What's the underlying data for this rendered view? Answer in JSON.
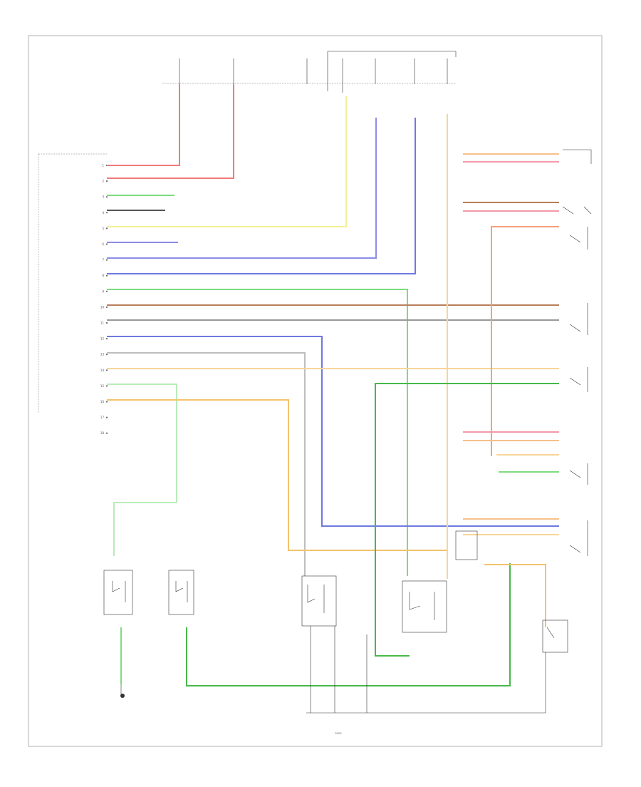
{
  "colors": {
    "red": "#f07a7a",
    "pink": "#f29aa8",
    "green": "#7edb7e",
    "yellow": "#f3f09a",
    "blue": "#8c8ce8",
    "navy": "#6f79e0",
    "brown": "#b87f5a",
    "lightgreen": "#b8ecb8",
    "dkgreen": "#47b947",
    "orange": "#f2c36b",
    "tan": "#f6d59a",
    "gray": "#9a9a9a",
    "black": "#333333"
  },
  "module_pins": [
    {
      "num": "1"
    },
    {
      "num": "2"
    },
    {
      "num": "3"
    },
    {
      "num": "4"
    },
    {
      "num": "5"
    },
    {
      "num": "6"
    },
    {
      "num": "7"
    },
    {
      "num": "8"
    },
    {
      "num": "9"
    },
    {
      "num": "10"
    },
    {
      "num": "11"
    },
    {
      "num": "12"
    },
    {
      "num": "13"
    },
    {
      "num": "14"
    },
    {
      "num": "15"
    },
    {
      "num": "16"
    },
    {
      "num": "17"
    },
    {
      "num": "18"
    }
  ],
  "ground": {
    "id": "G200"
  }
}
